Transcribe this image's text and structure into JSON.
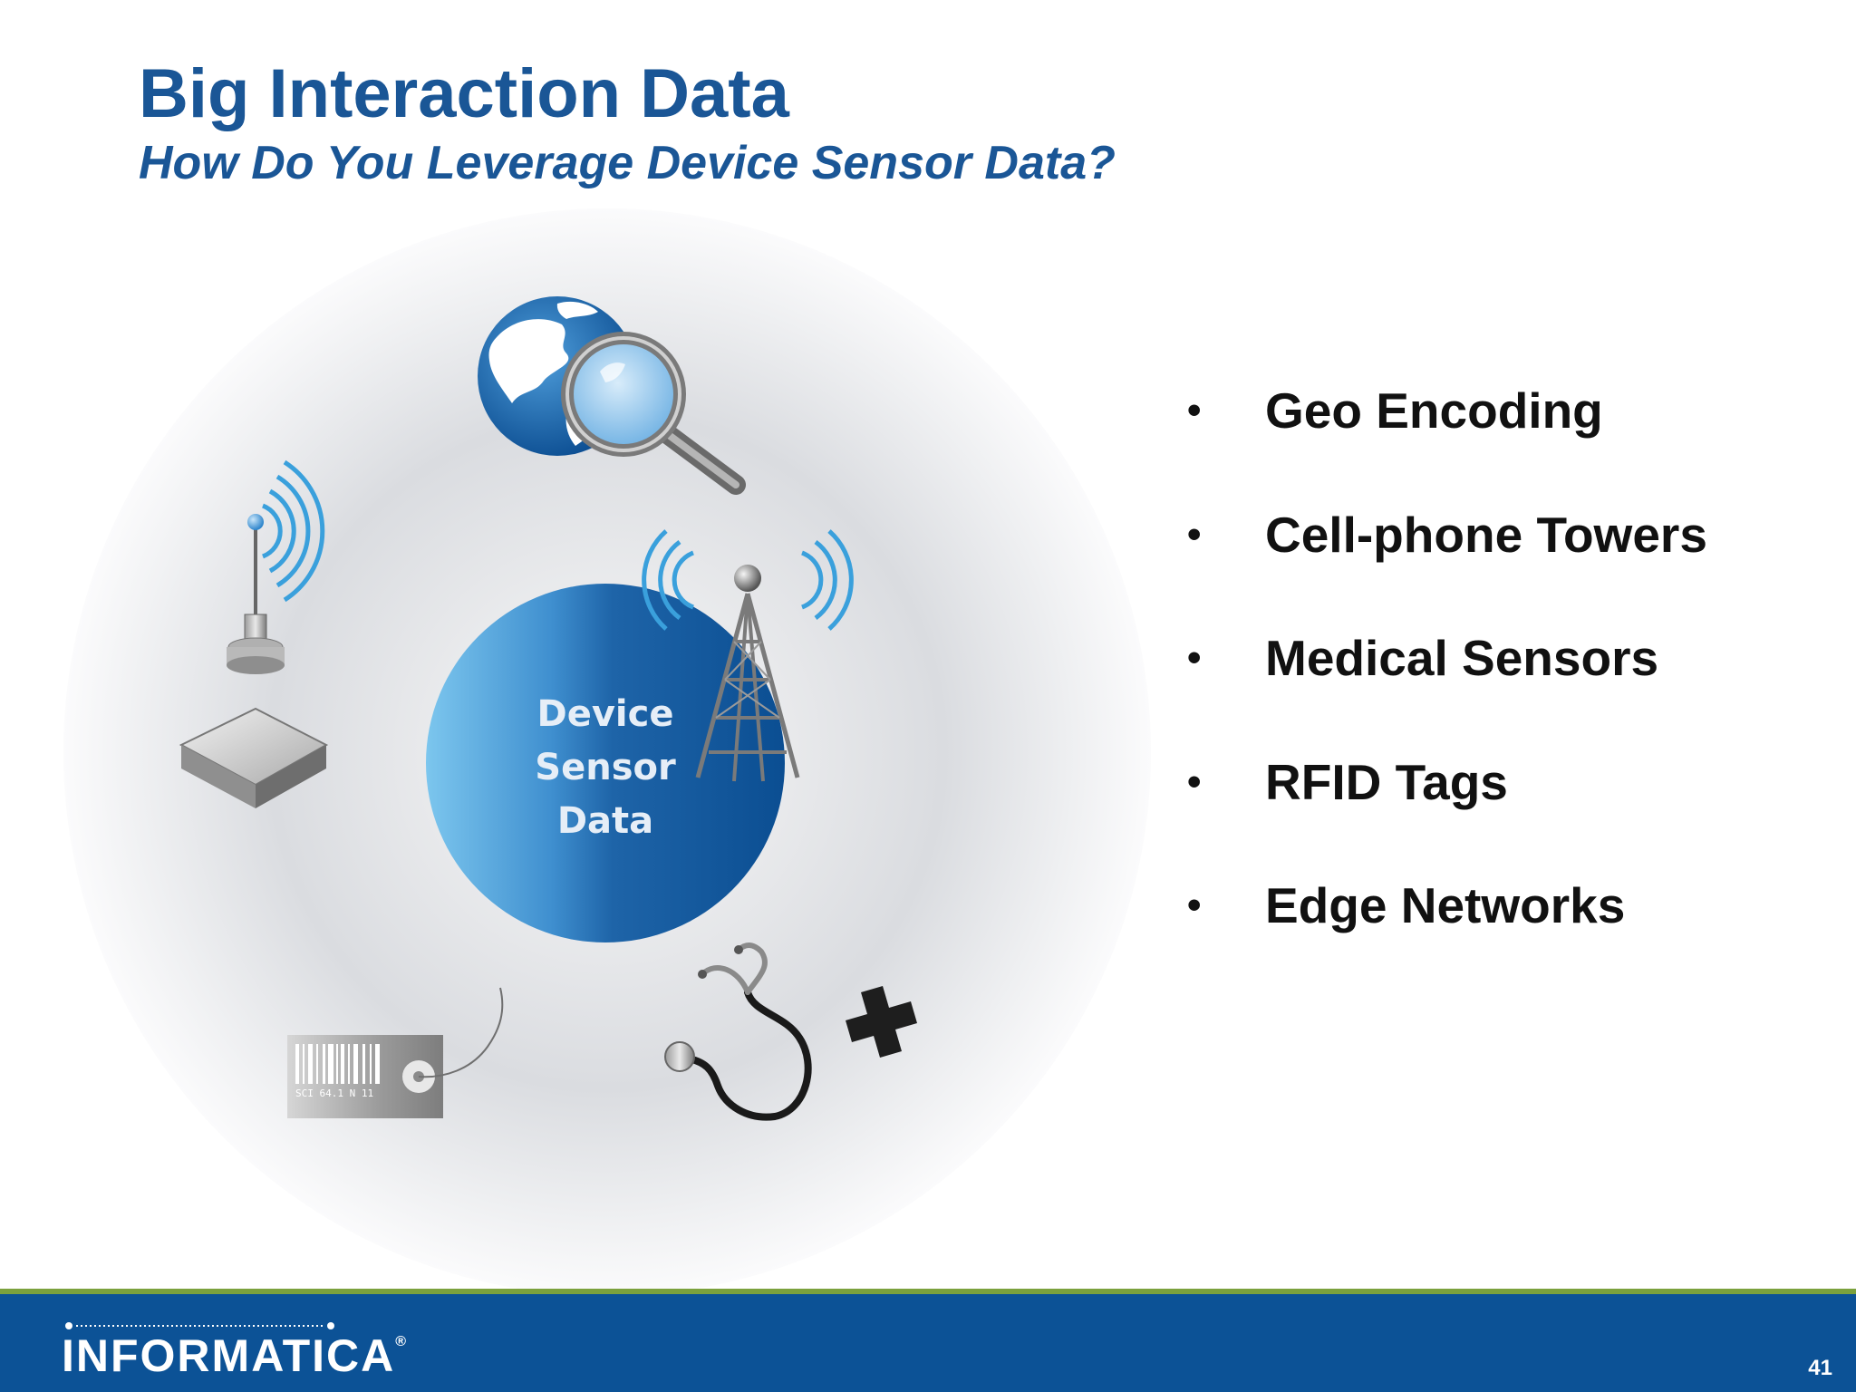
{
  "title": "Big Interaction Data",
  "subtitle": "How Do You Leverage Device Sensor Data?",
  "diagram": {
    "center_label_lines": [
      "Device",
      "Sensor",
      "Data"
    ],
    "barcode_text": "SCI 64.1 N 11"
  },
  "bullets": [
    "Geo Encoding",
    "Cell-phone Towers",
    "Medical Sensors",
    "RFID Tags",
    "Edge Networks"
  ],
  "footer": {
    "logo_text": "INFORMATICA",
    "logo_mark": "®",
    "page_number": "41"
  },
  "colors": {
    "brand_blue": "#1a5696",
    "footer_blue": "#0c5296",
    "accent_green": "#7ba13d"
  },
  "icons": [
    "globe-magnifier-icon",
    "radio-transmitter-icon",
    "cell-tower-icon",
    "barcode-tag-icon",
    "stethoscope-icon",
    "medical-cross-icon"
  ]
}
